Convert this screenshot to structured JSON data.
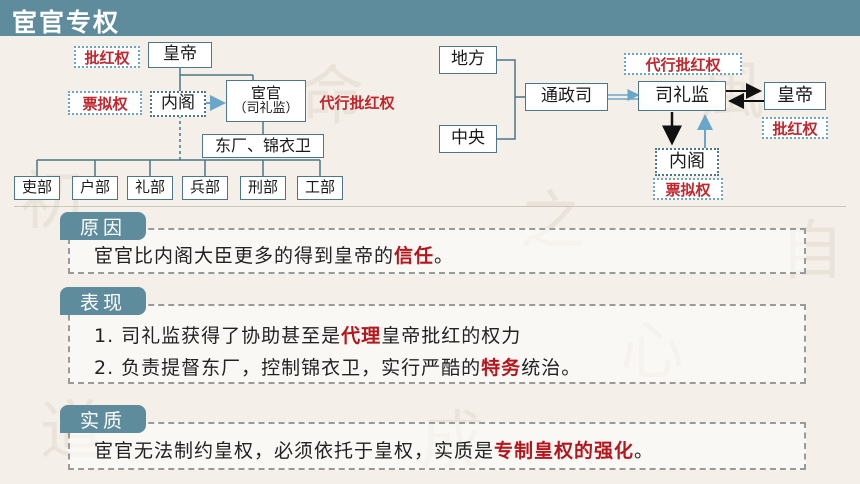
{
  "title": "宦官专权",
  "left_diagram": {
    "emperor": "皇帝",
    "label_pihong": "批红权",
    "label_piaoni": "票拟权",
    "neige": "内阁",
    "eunuch_line1": "宦官",
    "eunuch_line2": "（司礼监）",
    "label_daixing": "代行批红权",
    "dongchang": "东厂、锦衣卫",
    "ministries": [
      "吏部",
      "户部",
      "礼部",
      "兵部",
      "刑部",
      "工部"
    ]
  },
  "right_diagram": {
    "difang": "地方",
    "zhongyang": "中央",
    "tongzhengsi": "通政司",
    "label_daixing": "代行批红权",
    "silijian": "司礼监",
    "emperor": "皇帝",
    "label_pihong": "批红权",
    "neige": "内阁",
    "label_piaoni": "票拟权"
  },
  "sections": {
    "reason": {
      "tag": "原因",
      "text_before": "宦官比内阁大臣更多的得到皇帝的",
      "text_em": "信任",
      "text_after": "。"
    },
    "performance": {
      "tag": "表现",
      "line1_before": "1. 司礼监获得了协助甚至是",
      "line1_em": "代理",
      "line1_after": "皇帝批红的权力",
      "line2_before": "2. 负责提督东厂，控制锦衣卫，实行严酷的",
      "line2_em": "特务",
      "line2_after": "统治。"
    },
    "essence": {
      "tag": "实质",
      "text_before": "宦官无法制约皇权，必须依托于皇权，实质是",
      "text_em": "专制皇权的强化",
      "text_after": "。"
    }
  },
  "colors": {
    "accent": "#5e8c9d",
    "emphasis": "#b5161c",
    "label_red": "#c0262c"
  }
}
